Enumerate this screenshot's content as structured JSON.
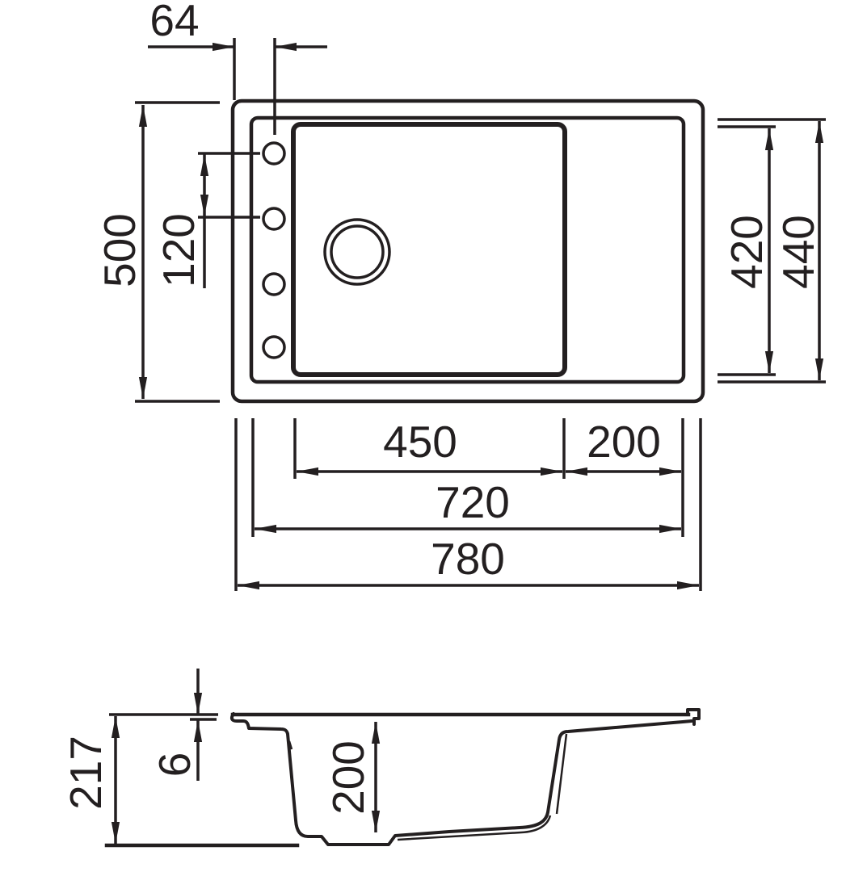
{
  "drawing": {
    "type": "technical-dimension-drawing",
    "subject": "kitchen sink with drainboard, plan view and section view",
    "background_color": "#ffffff",
    "line_color": "#231f20",
    "views": {
      "top_view": {
        "faucet_hole_count": 4,
        "has_drain": true
      },
      "section_view": {
        "has_bowl": true,
        "has_drainboard": true
      }
    },
    "dimensions": {
      "hole_offset": {
        "label": "64",
        "orientation": "horizontal"
      },
      "overall_depth": {
        "label": "500",
        "orientation": "vertical"
      },
      "hole_spacing": {
        "label": "120",
        "orientation": "vertical"
      },
      "bowl_inner_depth": {
        "label": "420",
        "orientation": "vertical"
      },
      "rim_inner_depth": {
        "label": "440",
        "orientation": "vertical"
      },
      "bowl_width": {
        "label": "450",
        "orientation": "horizontal"
      },
      "drainboard_width": {
        "label": "200",
        "orientation": "horizontal"
      },
      "rim_inner_width": {
        "label": "720",
        "orientation": "horizontal"
      },
      "overall_width": {
        "label": "780",
        "orientation": "horizontal"
      },
      "total_height": {
        "label": "217",
        "orientation": "vertical"
      },
      "edge_thickness": {
        "label": "6",
        "orientation": "vertical"
      },
      "bowl_depth": {
        "label": "200",
        "orientation": "vertical"
      }
    }
  }
}
